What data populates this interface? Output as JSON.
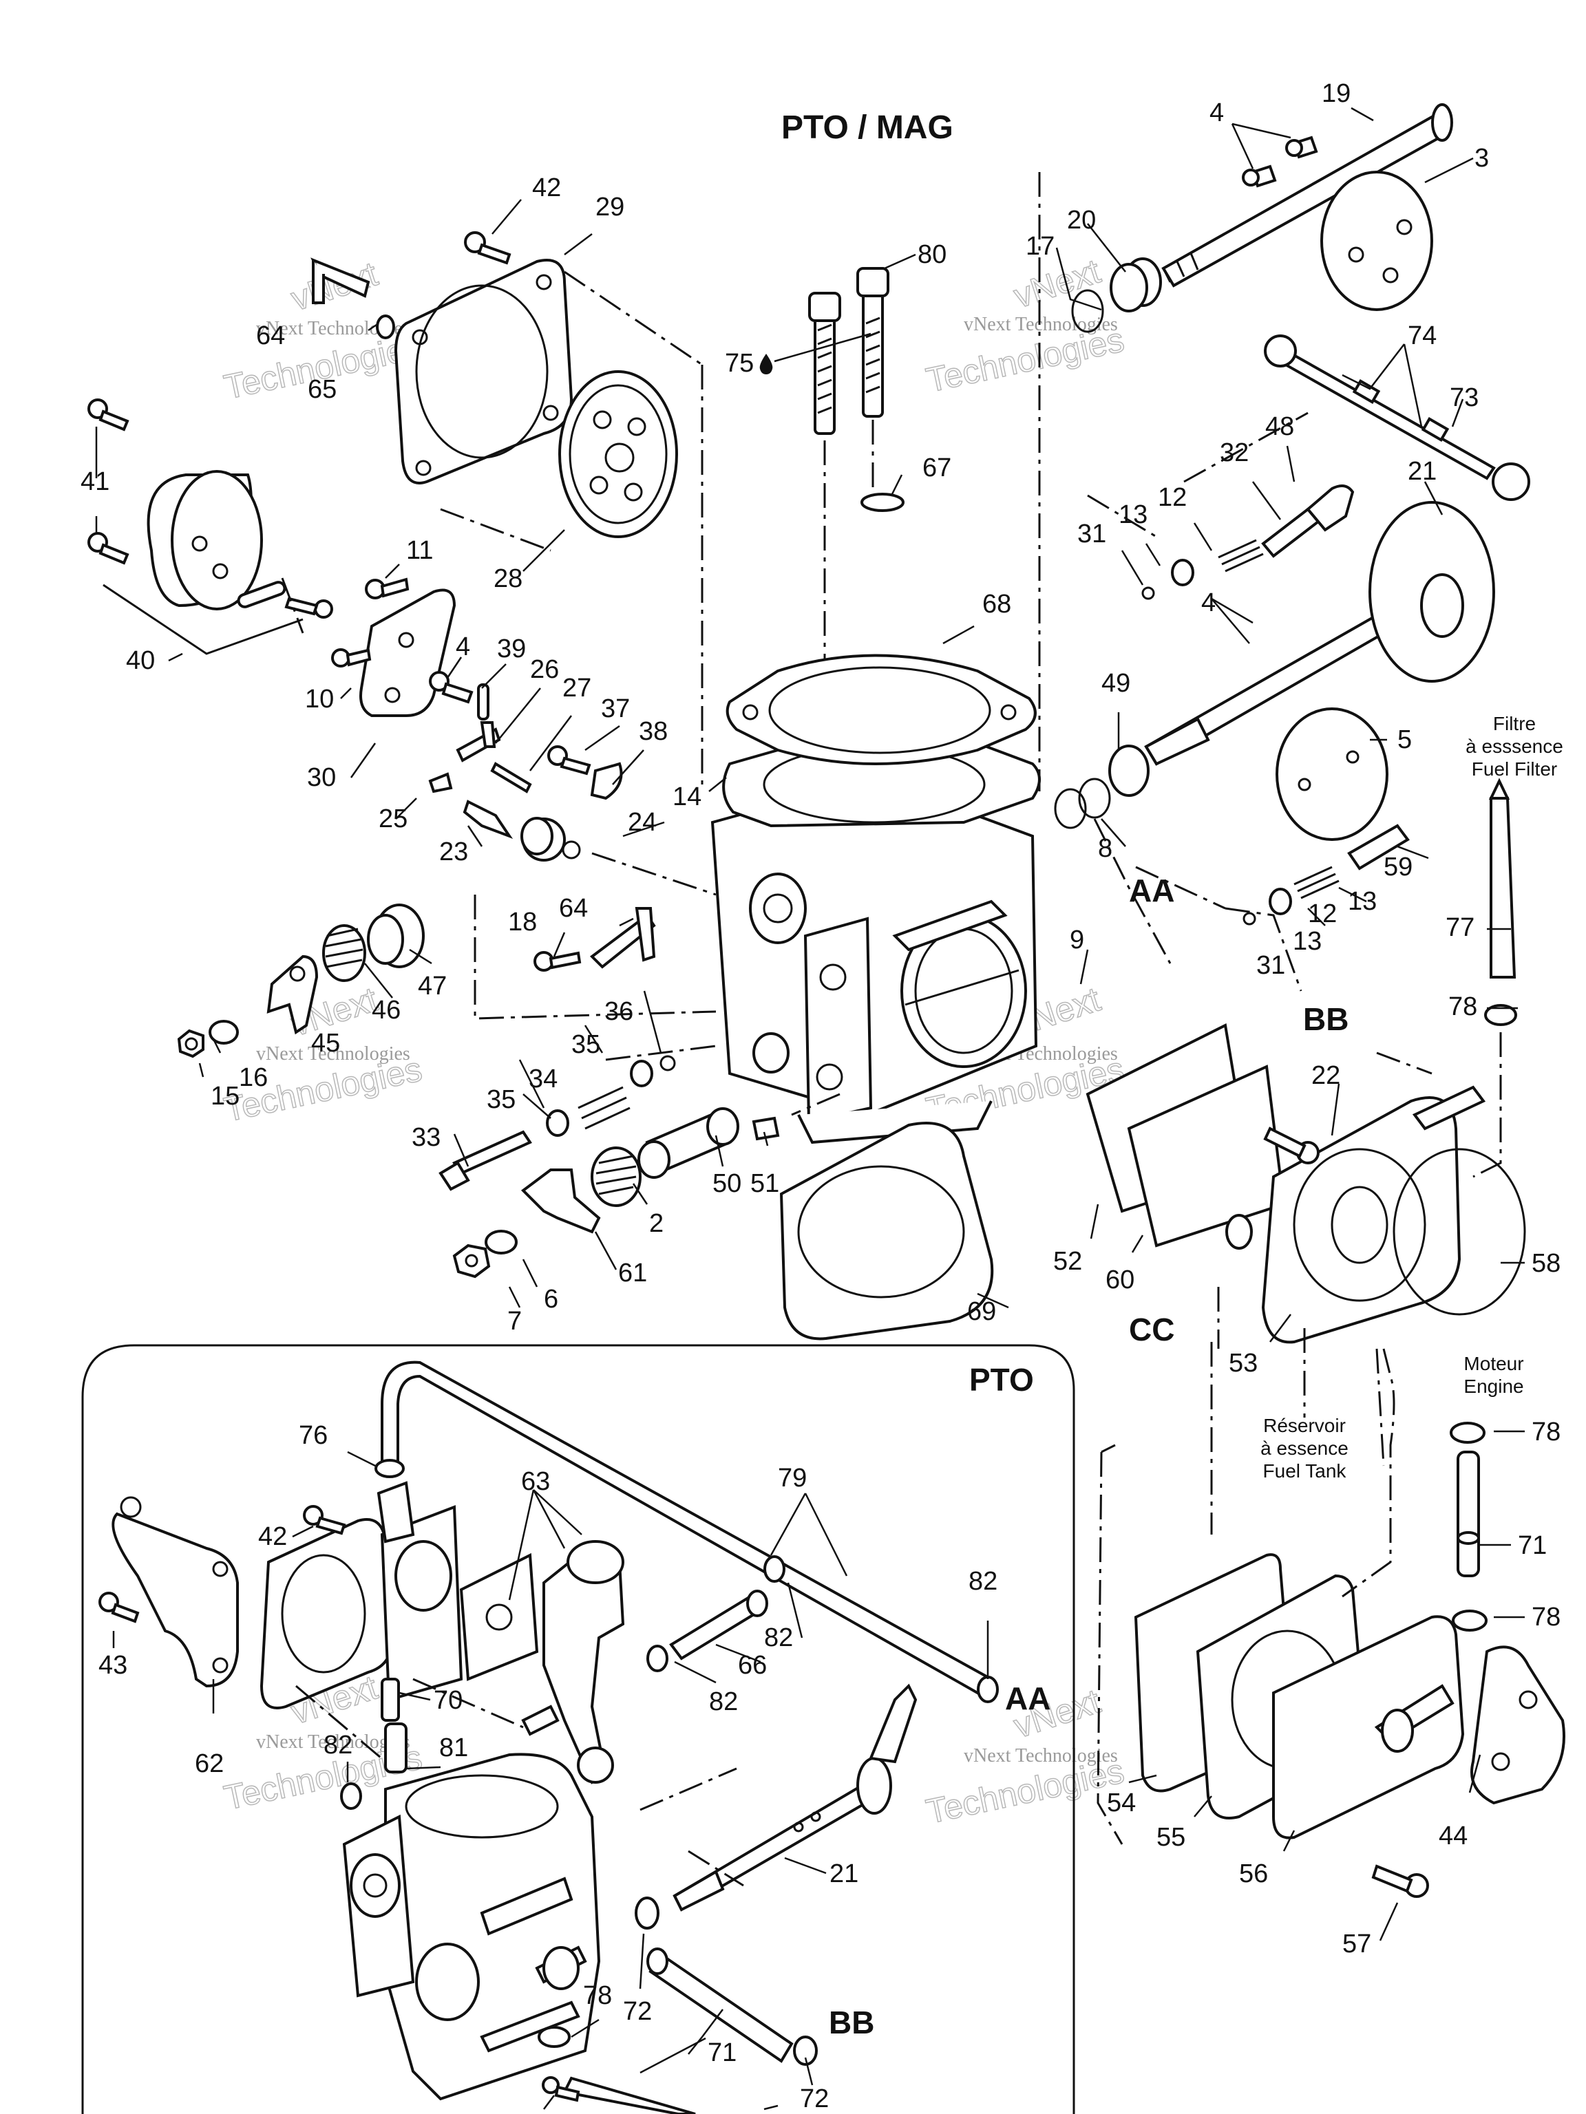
{
  "diagram": {
    "title_main": "PTO / MAG",
    "title_inset": "PTO",
    "connectors": [
      "AA",
      "BB",
      "CC"
    ],
    "notes": {
      "fuel_filter": [
        "Filtre",
        "à esssence",
        "Fuel Filter"
      ],
      "engine": [
        "Moteur",
        "Engine"
      ],
      "fuel_tank": [
        "Réservoir",
        "à essence",
        "Fuel Tank"
      ]
    },
    "watermark": {
      "line1": "vNext Technologies",
      "big1": "vNext",
      "big2": "Technologies"
    },
    "callouts": {
      "c19": "19",
      "c4a": "4",
      "c3": "3",
      "c42a": "42",
      "c29": "29",
      "c80": "80",
      "c17": "17",
      "c20": "20",
      "c64a": "64",
      "c65": "65",
      "c75": "75",
      "c74": "74",
      "c73": "73",
      "c41": "41",
      "c67": "67",
      "c48": "48",
      "c32": "32",
      "c21a": "21",
      "c28": "28",
      "c12a": "12",
      "c13a": "13",
      "c31a": "31",
      "c11": "11",
      "c68": "68",
      "c4b": "4",
      "c40": "40",
      "c10": "10",
      "c4c": "4",
      "c39": "39",
      "c26": "26",
      "c27": "27",
      "c37": "37",
      "c38": "38",
      "c49": "49",
      "c5": "5",
      "c30": "30",
      "c14": "14",
      "c25": "25",
      "c24": "24",
      "c8": "8",
      "c59": "59",
      "c23": "23",
      "c64b": "64",
      "c12b": "12",
      "c13b": "13",
      "c18": "18",
      "c9": "9",
      "c31b": "31",
      "c13c": "13",
      "c77": "77",
      "c47": "47",
      "c46": "46",
      "c36": "36",
      "c78a": "78",
      "c45": "45",
      "c35a": "35",
      "c34": "34",
      "c22": "22",
      "c16": "16",
      "c15": "15",
      "c35b": "35",
      "c33": "33",
      "c50": "50",
      "c51": "51",
      "c2": "2",
      "c52": "52",
      "c60": "60",
      "c58": "58",
      "c61": "61",
      "c6": "6",
      "c7": "7",
      "c69": "69",
      "c53": "53",
      "c78b": "78",
      "c76": "76",
      "c63": "63",
      "c79": "79",
      "c71a": "71",
      "c42b": "42",
      "c82a": "82",
      "c43": "43",
      "c82b": "82",
      "c66": "66",
      "c70": "70",
      "c82c": "82",
      "c78c": "78",
      "c62": "62",
      "c82d": "82",
      "c81": "81",
      "c54": "54",
      "c44": "44",
      "c55": "55",
      "c21b": "21",
      "c56": "56",
      "c57": "57",
      "c78d": "78",
      "c72a": "72",
      "c71b": "71",
      "c72b": "72"
    }
  }
}
